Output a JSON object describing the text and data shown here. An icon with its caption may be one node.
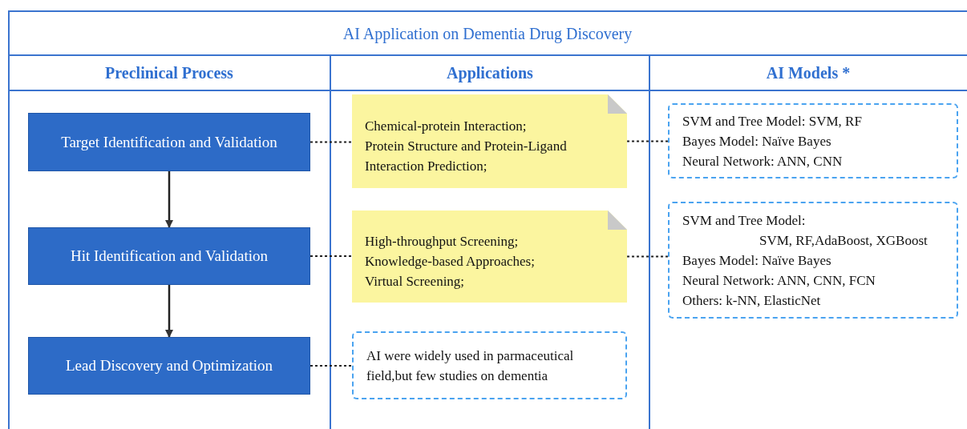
{
  "diagram": {
    "title": "AI Application on Dementia Drug Discovery",
    "nodes": [
      {
        "text": [
          "Target Identification and Validation"
        ]
      },
      {
        "text": [
          "Hit Identification and Validation"
        ]
      },
      {
        "text": [
          "Lead Discovery and Optimization"
        ]
      },
      {
        "text": [
          "Chemical-protein Interaction;",
          "Protein Structure and Protein-Ligand Interaction Prediction;"
        ]
      },
      {
        "text": [
          "High-throughput Screening;",
          "Knowledge-based Approaches;",
          "Virtual Screening;"
        ]
      },
      {
        "text": [
          "AI were widely used in parmaceutical field,but few studies on dementia"
        ]
      },
      {
        "text": [
          "SVM and Tree Model:  SVM, RF",
          "Bayes Model: Naïve Bayes",
          "Neural Network: ANN, CNN"
        ]
      },
      {
        "text": [
          "SVM and Tree Model:",
          "SVM, RF,AdaBoost, XGBoost",
          "Bayes Model: Naïve Bayes",
          "Neural Network: ANN, CNN, FCN",
          "Others: k-NN, ElasticNet"
        ]
      }
    ],
    "edges": [
      {
        "from": 0,
        "to": 1,
        "arrow": "to"
      },
      {
        "from": 1,
        "to": 2,
        "arrow": "to"
      },
      {
        "from": 0,
        "to": 3,
        "arrow": "none",
        "style": "dashed"
      },
      {
        "from": 3,
        "to": 6,
        "arrow": "none",
        "style": "dashed"
      },
      {
        "from": 1,
        "to": 4,
        "arrow": "none",
        "style": "dashed"
      },
      {
        "from": 4,
        "to": 7,
        "arrow": "none",
        "style": "dashed"
      },
      {
        "from": 2,
        "to": 5,
        "arrow": "none",
        "style": "dashed"
      }
    ],
    "labels": [
      "Preclinical Process",
      "Applications",
      "AI Models *"
    ]
  }
}
